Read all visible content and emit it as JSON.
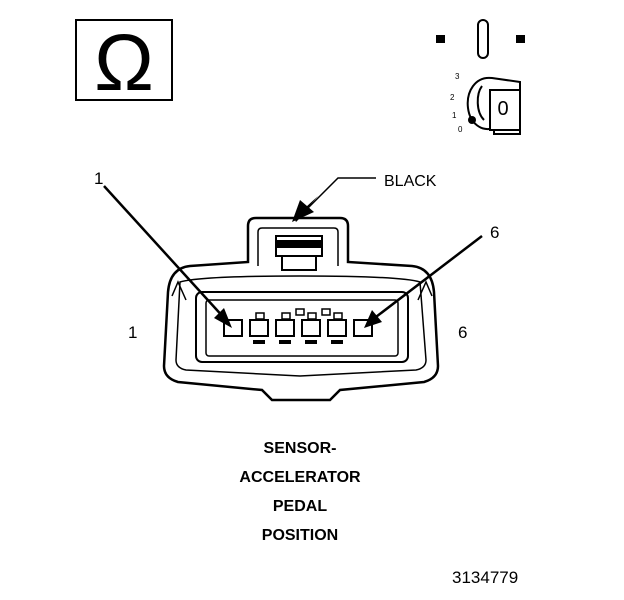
{
  "symbols": {
    "meter_symbol": "Ω",
    "meter_icon": "ohmmeter-icon",
    "ignition_icon": "ignition-key-icon",
    "ignition_key_label": "0",
    "ignition_positions": [
      "3",
      "2",
      "1",
      "0"
    ]
  },
  "connector": {
    "color_label": "BLACK",
    "callout_left": "1",
    "callout_right": "6",
    "side_left": "1",
    "side_right": "6"
  },
  "title": [
    "SENSOR-",
    "ACCELERATOR",
    "PEDAL",
    "POSITION"
  ],
  "figure_number": "3134779"
}
